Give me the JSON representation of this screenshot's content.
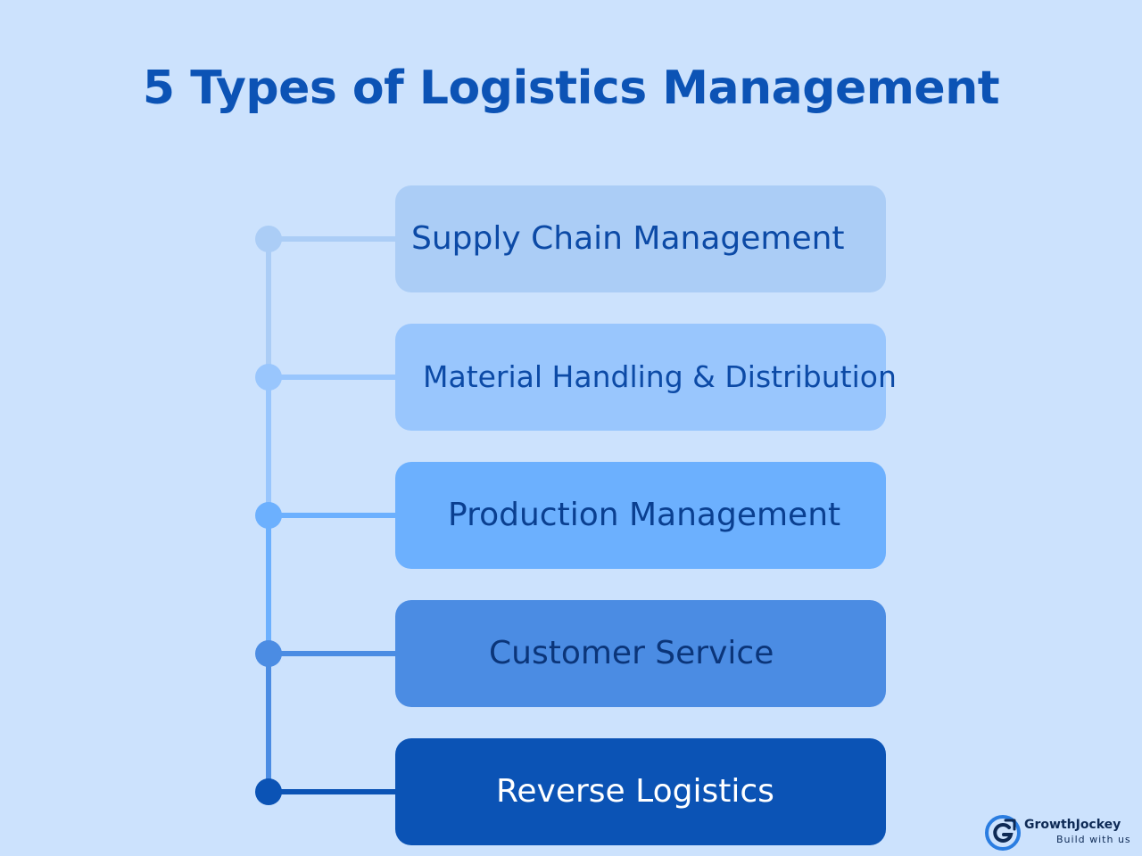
{
  "title": "5 Types of Logistics Management",
  "items": [
    {
      "label": "Supply Chain Management",
      "color": "#abcdf6"
    },
    {
      "label": "Material Handling & Distribution",
      "color": "#99c6fd"
    },
    {
      "label": "Production Management",
      "color": "#6cb0fe"
    },
    {
      "label": "Customer Service",
      "color": "#4b8ce3"
    },
    {
      "label": "Reverse Logistics",
      "color": "#0b53b5"
    }
  ],
  "branding": {
    "name": "GrowthJockey",
    "tagline": "Build with us",
    "icon": "growthjockey-logo-icon"
  },
  "colors": {
    "background": "#cce2fd",
    "title": "#0c53b5"
  }
}
